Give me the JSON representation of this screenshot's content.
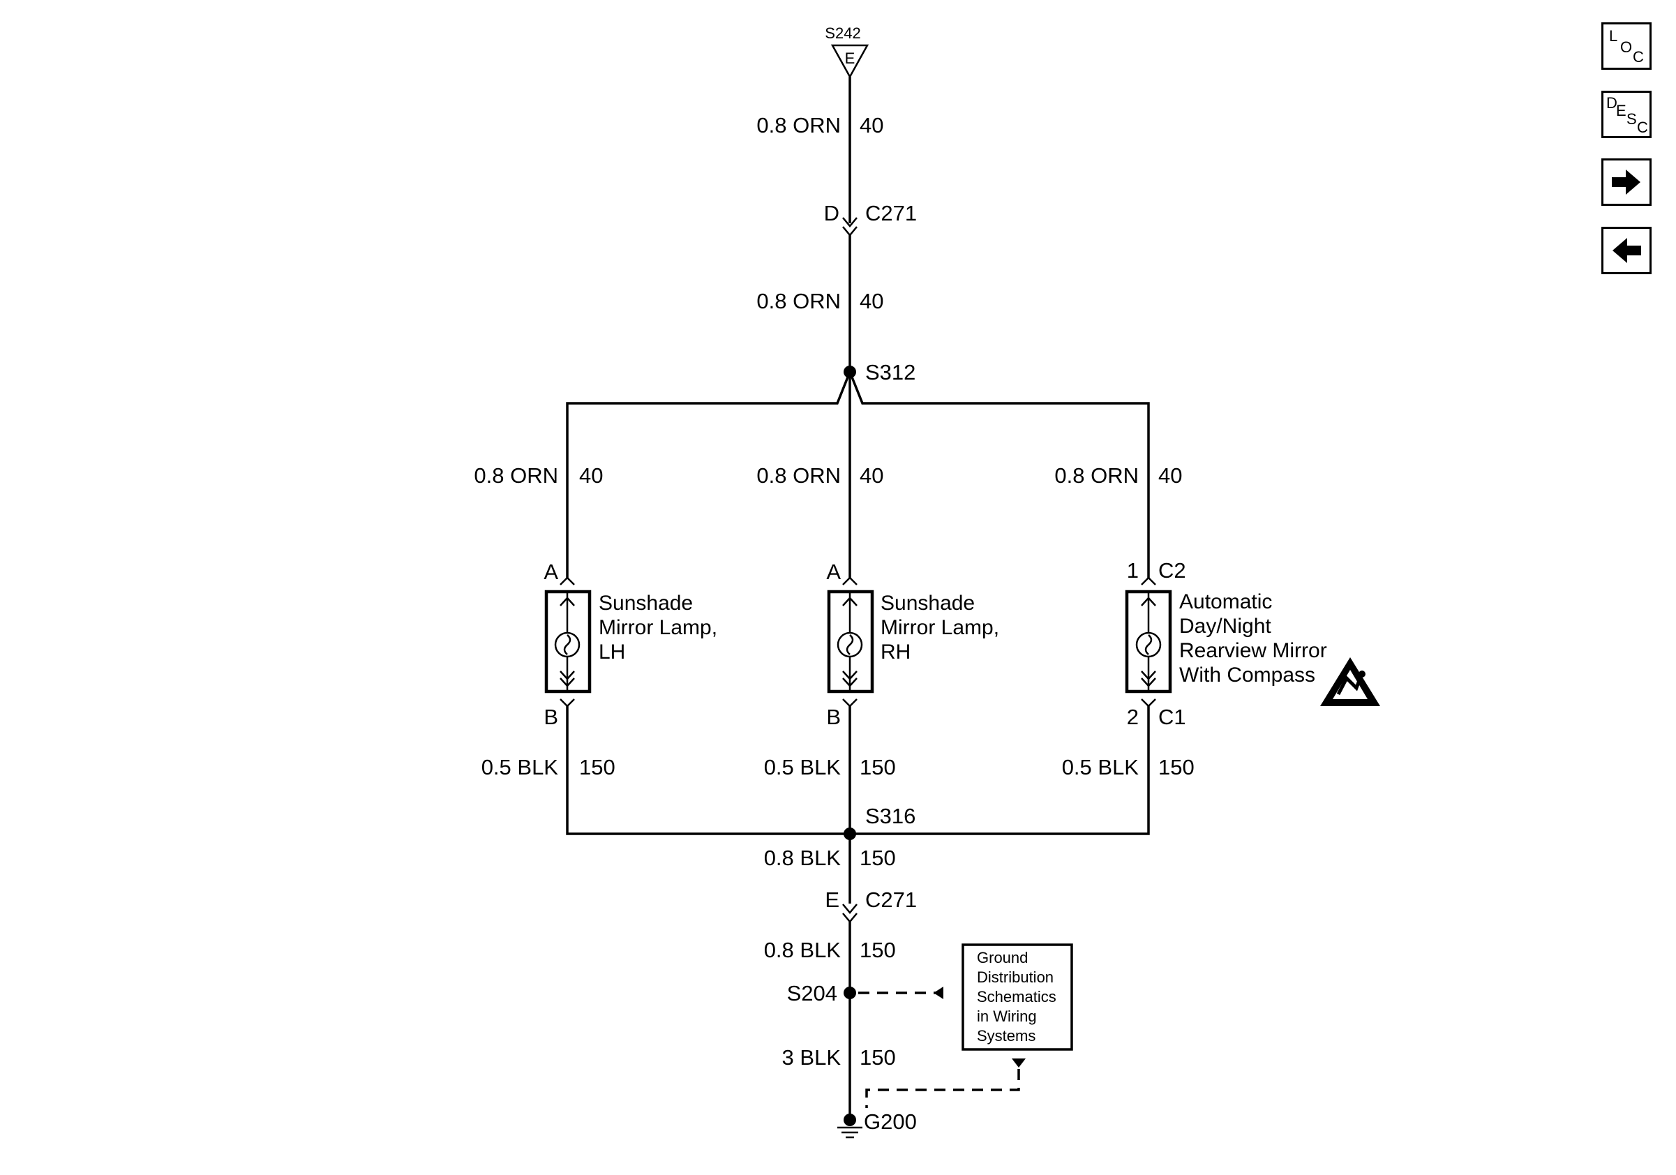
{
  "toolbar": {
    "loc_letters": [
      "L",
      "O",
      "C"
    ],
    "desc_letters": [
      "D",
      "E",
      "S",
      "C"
    ],
    "next_icon": "right-arrow-icon",
    "prev_icon": "left-arrow-icon"
  },
  "diagram": {
    "top_splice": {
      "name": "S242",
      "pin": "E"
    },
    "wires": {
      "top_1": {
        "gauge": "0.8 ORN",
        "circuit": "40"
      },
      "top_2": {
        "gauge": "0.8 ORN",
        "circuit": "40"
      },
      "left_upper": {
        "gauge": "0.8 ORN",
        "circuit": "40"
      },
      "center_upper": {
        "gauge": "0.8 ORN",
        "circuit": "40"
      },
      "right_upper": {
        "gauge": "0.8 ORN",
        "circuit": "40"
      },
      "left_lower": {
        "gauge": "0.5 BLK",
        "circuit": "150"
      },
      "center_lower": {
        "gauge": "0.5 BLK",
        "circuit": "150"
      },
      "right_lower": {
        "gauge": "0.5 BLK",
        "circuit": "150"
      },
      "bottom_1": {
        "gauge": "0.8 BLK",
        "circuit": "150"
      },
      "bottom_2": {
        "gauge": "0.8 BLK",
        "circuit": "150"
      },
      "bottom_3": {
        "gauge": "3 BLK",
        "circuit": "150"
      }
    },
    "connectors": {
      "c271_upper": {
        "pin": "D",
        "name": "C271"
      },
      "c271_lower": {
        "pin": "E",
        "name": "C271"
      },
      "left_top_pin": "A",
      "left_bottom_pin": "B",
      "center_top_pin": "A",
      "center_bottom_pin": "B",
      "right_top": {
        "pin": "1",
        "name": "C2"
      },
      "right_bottom": {
        "pin": "2",
        "name": "C1"
      }
    },
    "splices": {
      "s312": "S312",
      "s316": "S316",
      "s204": "S204"
    },
    "ground": "G200",
    "components": {
      "left": [
        "Sunshade",
        "Mirror Lamp,",
        "LH"
      ],
      "center": [
        "Sunshade",
        "Mirror Lamp,",
        "RH"
      ],
      "right": [
        "Automatic",
        "Day/Night",
        "Rearview Mirror",
        "With Compass"
      ]
    },
    "reference_note": [
      "Ground",
      "Distribution",
      "Schematics",
      "in Wiring",
      "Systems"
    ],
    "esd_icon": "esd-warning-icon"
  }
}
